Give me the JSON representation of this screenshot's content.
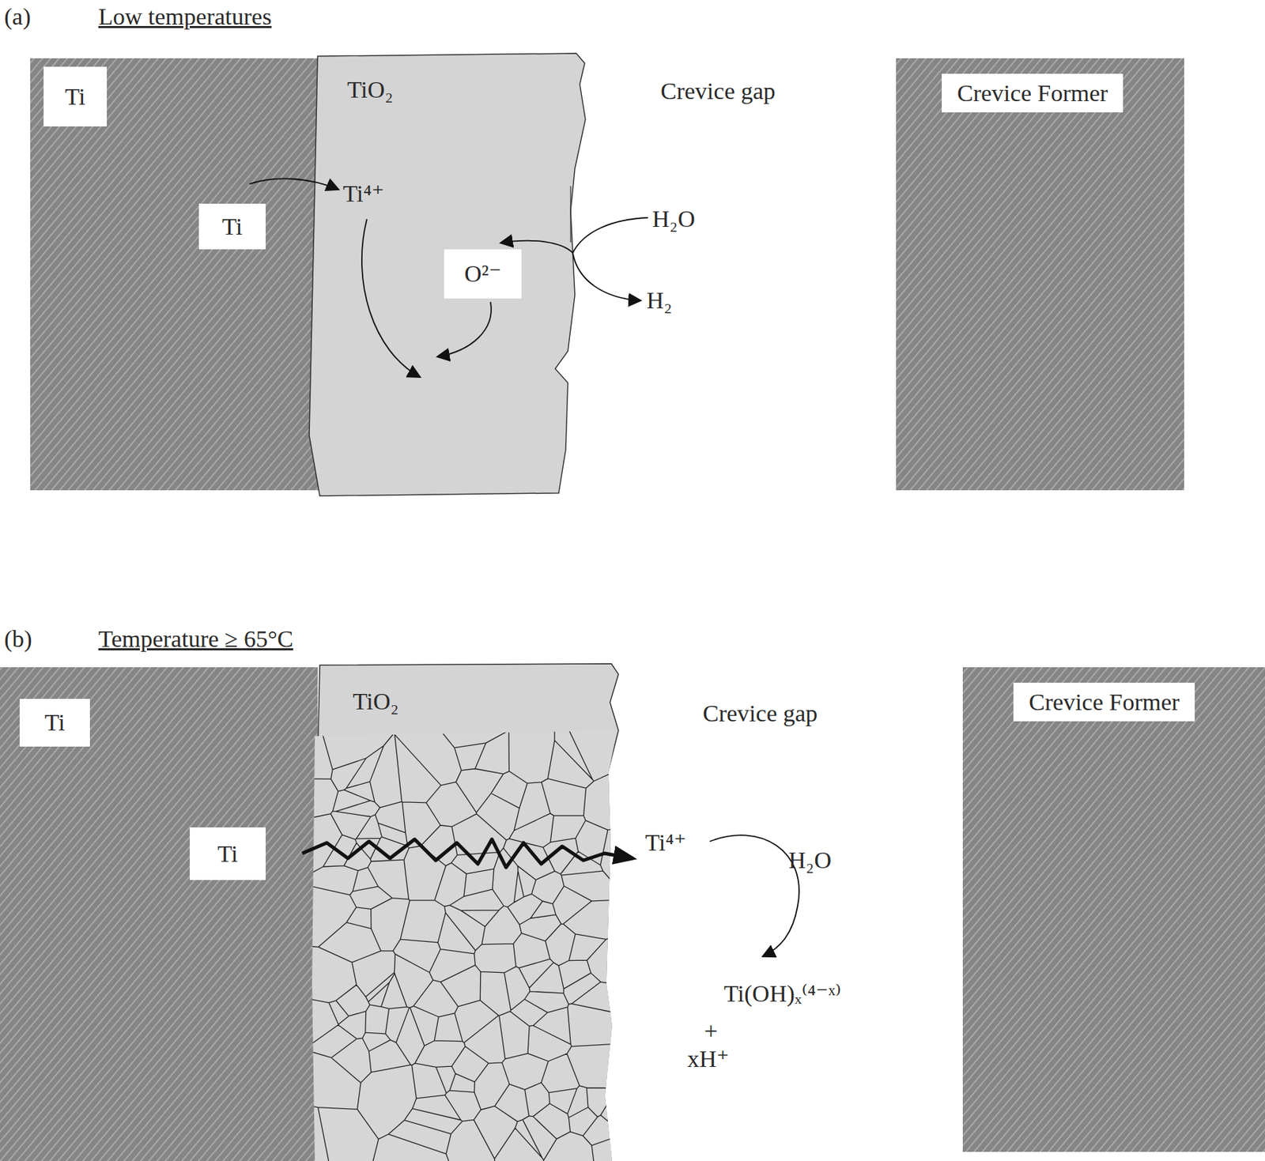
{
  "diagram": {
    "nodes": [
      {
        "text": [
          "Ti"
        ]
      },
      {
        "text": [
          "Ti"
        ]
      },
      {
        "text": [
          "TiO₂"
        ]
      },
      {
        "text": [
          "O²⁻"
        ],
        "in": 2
      },
      {
        "text": [
          "Crevice Former"
        ]
      },
      {
        "text": [
          "Ti"
        ]
      },
      {
        "text": [
          "Ti"
        ]
      },
      {
        "text": [
          "TiO₂"
        ]
      },
      {
        "text": [
          "Crevice Former"
        ]
      }
    ],
    "labels": [
      "(a)",
      "Low temperatures",
      "Crevice gap",
      "Ti⁴⁺",
      "H₂O",
      "H₂",
      "(b)",
      "Temperature ≥ 65°C",
      "Crevice gap",
      "Ti⁴⁺",
      "H₂O",
      "Ti(OH)ₓ⁽⁴⁻ˣ⁾",
      "+",
      "xH⁺"
    ]
  }
}
